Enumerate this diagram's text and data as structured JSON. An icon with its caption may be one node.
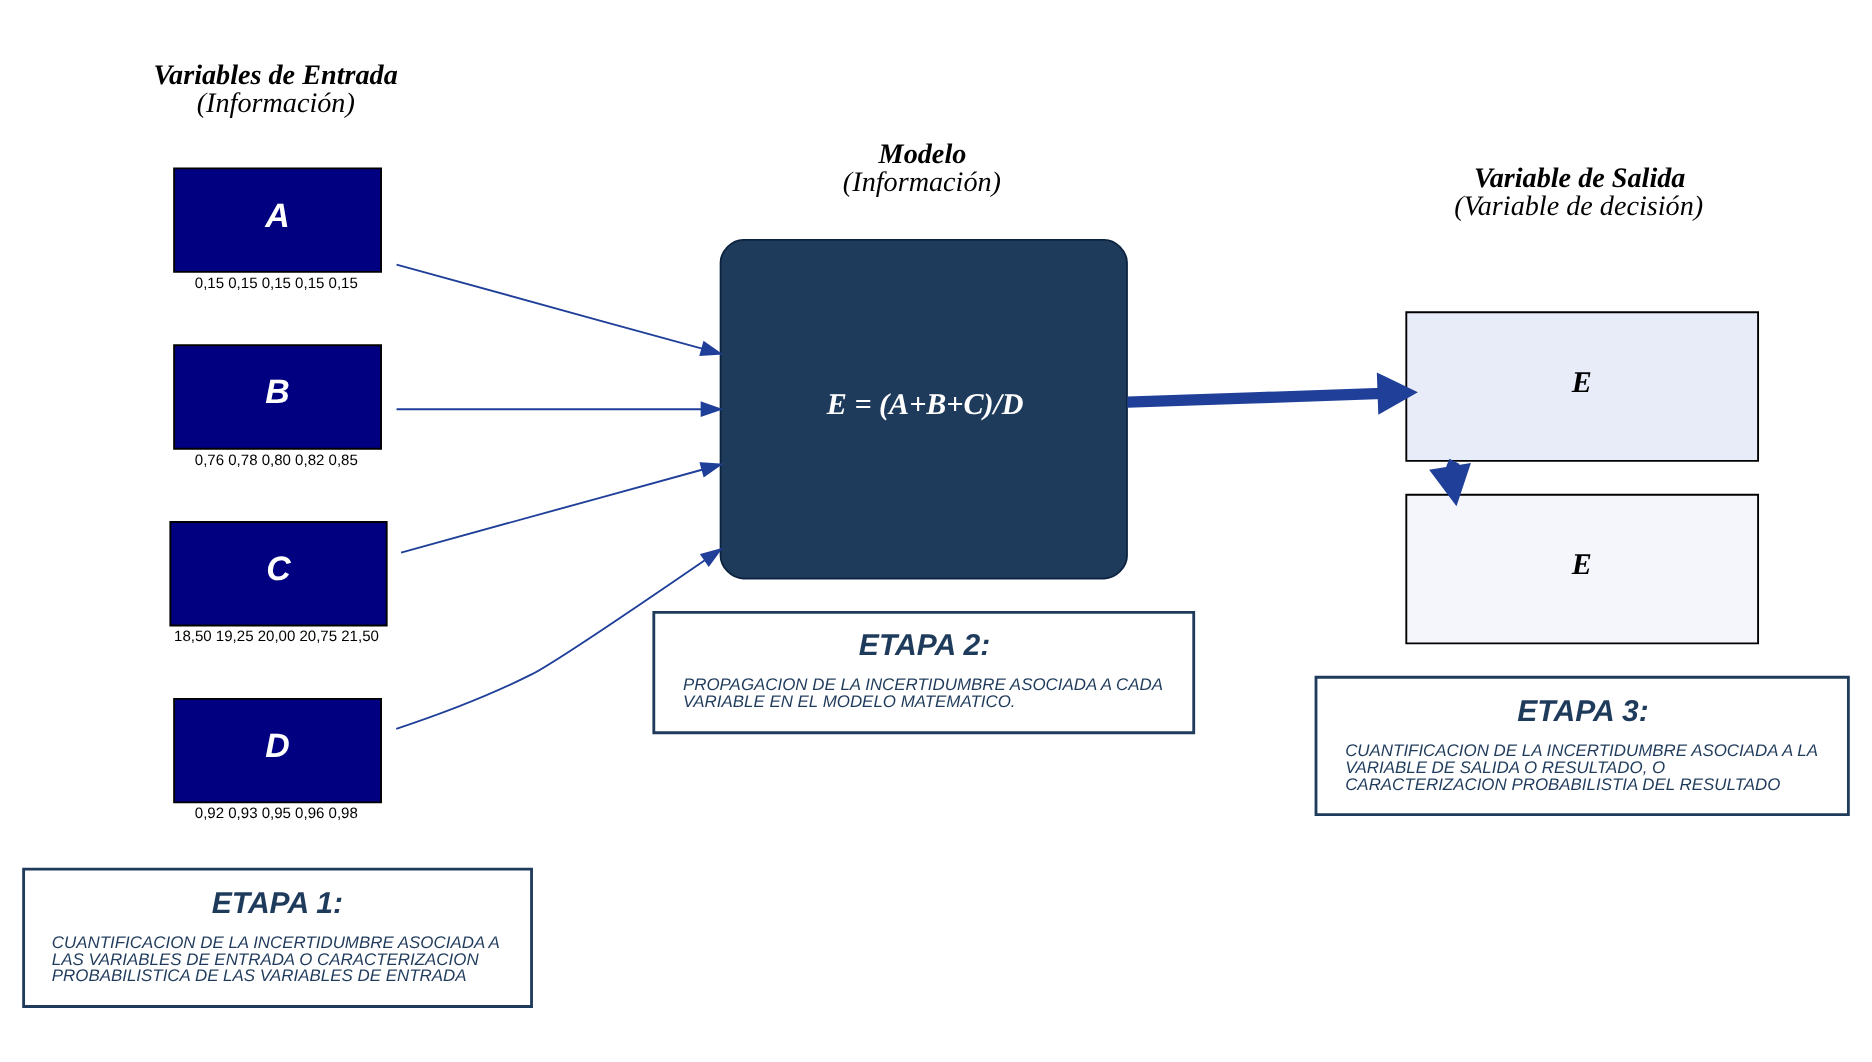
{
  "diagram": {
    "nodes": [
      {
        "text": [
          "A"
        ],
        "beside": [
          "0,15 0,15 0,15 0,15 0,15"
        ]
      },
      {
        "text": [
          "B"
        ],
        "beside": [
          "0,76 0,78 0,80 0,82 0,85"
        ]
      },
      {
        "text": [
          "C"
        ],
        "beside": [
          "18,50 19,25 20,00 20,75 21,50"
        ]
      },
      {
        "text": [
          "D"
        ],
        "beside": [
          "0,92 0,93 0,95 0,96 0,98"
        ]
      },
      {
        "text": [
          "E = (A+B+C)/D"
        ]
      },
      {
        "text": [
          "E"
        ]
      },
      {
        "text": [
          "E"
        ]
      },
      {
        "text": [
          "ETAPA 1:",
          "CUANTIFICACION DE LA INCERTIDUMBRE ASOCIADA A LAS VARIABLES DE ENTRADA O CARACTERIZACION PROBABILISTICA DE LAS VARIABLES DE ENTRADA"
        ]
      },
      {
        "text": [
          "ETAPA 2:",
          "PROPAGACION DE LA INCERTIDUMBRE ASOCIADA A CADA VARIABLE EN EL MODELO MATEMATICO."
        ]
      },
      {
        "text": [
          "ETAPA 3:",
          "CUANTIFICACION DE LA INCERTIDUMBRE ASOCIADA A LA VARIABLE DE SALIDA O RESULTADO, O CARACTERIZACION PROBABILISTIA DEL RESULTADO"
        ]
      }
    ],
    "edges": [
      {
        "from": 0,
        "to": 4,
        "arrow": "to"
      },
      {
        "from": 1,
        "to": 4,
        "arrow": "to"
      },
      {
        "from": 2,
        "to": 4,
        "arrow": "to"
      },
      {
        "from": 3,
        "to": 4,
        "arrow": "to"
      },
      {
        "from": 4,
        "to": 5,
        "arrow": "to",
        "style": "thick"
      },
      {
        "from": 5,
        "to": 6,
        "arrow": "to",
        "style": "thick"
      }
    ],
    "labels": [
      "Variables de Entrada",
      "(Información)",
      "Modelo",
      "(Información)",
      "Variable de Salida",
      "(Variable de decisión)"
    ]
  }
}
